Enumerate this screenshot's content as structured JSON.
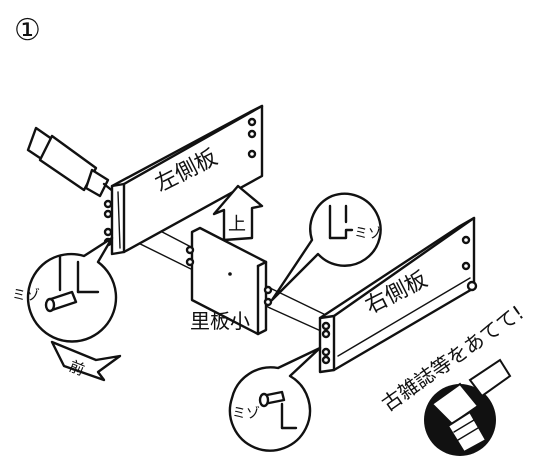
{
  "step_number": "①",
  "labels": {
    "left_panel": "左側板",
    "right_panel": "右側板",
    "back_panel": "里板小",
    "up_arrow": "上",
    "front_arrow": "前",
    "groove_top": "ミゾ",
    "groove_left": "ミゾ",
    "groove_bottom": "ミゾ",
    "hammer_note": "古雑誌等をあてて!"
  },
  "colors": {
    "line": "#111111",
    "background": "#ffffff"
  },
  "icons": [
    "glue-tube-icon",
    "hammer-fist-icon",
    "up-arrow-icon",
    "front-arrow-icon"
  ]
}
